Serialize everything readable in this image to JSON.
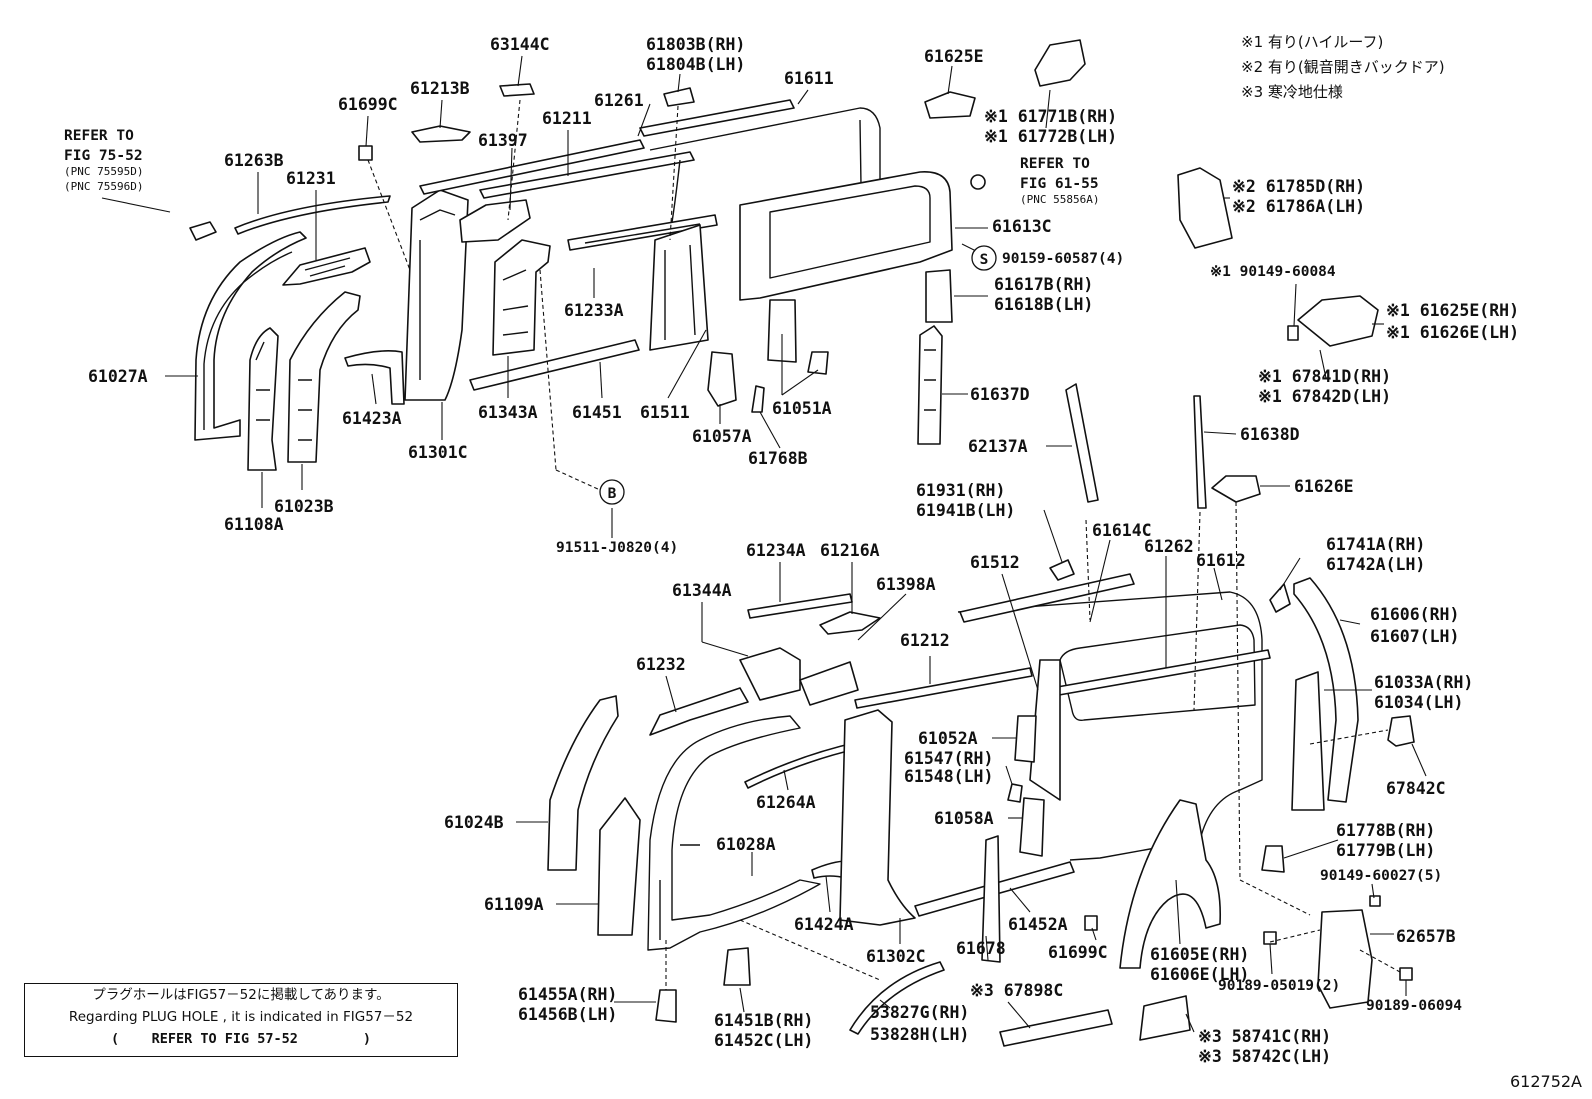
{
  "legend": [
    "※1 有り(ハイルーフ)",
    "※2 有り(観音開きバックドア)",
    "※3 寒冷地仕様"
  ],
  "refer_notes": {
    "fig75": {
      "line1": "REFER TO",
      "line2": "FIG 75-52",
      "line3": "(PNC 75595D)",
      "line4": "(PNC 75596D)"
    },
    "fig61": {
      "line1": "REFER TO",
      "line2": "FIG 61-55",
      "line3": "(PNC 55856A)"
    }
  },
  "plug_note": {
    "jp": "プラグホールはFIG57－52に掲載してあります。",
    "en": "Regarding PLUG HOLE , it is indicated in FIG57－52",
    "ref": "(    REFER TO FIG 57-52        )"
  },
  "figure_code": "612752A",
  "callouts": {
    "S": "S",
    "B": "B"
  },
  "labels": {
    "p63144C": "63144C",
    "p61803B": "61803B(RH)",
    "p61804B": "61804B(LH)",
    "p61625E_top": "61625E",
    "p61771B": "※1 61771B(RH)",
    "p61772B": "※1 61772B(LH)",
    "p61699C_top": "61699C",
    "p61213B": "61213B",
    "p61611": "61611",
    "p61261": "61261",
    "p61211": "61211",
    "p61397": "61397",
    "p61263B": "61263B",
    "p61231": "61231",
    "p61613C": "61613C",
    "p90159": "90159-60587(4)",
    "p61785D": "※2 61785D(RH)",
    "p61786A": "※2 61786A(LH)",
    "p90149_60084": "※1 90149-60084",
    "p61617B": "61617B(RH)",
    "p61618B": "61618B(LH)",
    "p61625E_rh": "※1  61625E(RH)",
    "p61626E_lh": "※1  61626E(LH)",
    "p67841D": "※1 67841D(RH)",
    "p67842D": "※1 67842D(LH)",
    "p61233A": "61233A",
    "p61027A": "61027A",
    "p61423A": "61423A",
    "p61343A": "61343A",
    "p61451": "61451",
    "p61511": "61511",
    "p61051A": "61051A",
    "p61637D": "61637D",
    "p61301C": "61301C",
    "p61057A": "61057A",
    "p61768B": "61768B",
    "p62137A": "62137A",
    "p61638D": "61638D",
    "p61023B": "61023B",
    "p61108A": "61108A",
    "p61626E": "61626E",
    "p61931": "61931(RH)",
    "p61941B": "61941B(LH)",
    "p91511": "91511-J0820(4)",
    "p61614C": "61614C",
    "p61262": "61262",
    "p61612": "61612",
    "p61741A": "61741A(RH)",
    "p61742A": "61742A(LH)",
    "p61234A": "61234A",
    "p61216A": "61216A",
    "p61512": "61512",
    "p61344A": "61344A",
    "p61398A": "61398A",
    "p61606": "61606(RH)",
    "p61607": "61607(LH)",
    "p61212": "61212",
    "p61232": "61232",
    "p61033A": "61033A(RH)",
    "p61034": "61034(LH)",
    "p61052A": "61052A",
    "p61547": "61547(RH)",
    "p61548": "61548(LH)",
    "p61264A": "61264A",
    "p67842C": "67842C",
    "p61024B": "61024B",
    "p61058A": "61058A",
    "p61778B": "61778B(RH)",
    "p61779B": "61779B(LH)",
    "p61028A": "61028A",
    "p61109A": "61109A",
    "p90149_60027": "90149-60027(5)",
    "p61424A": "61424A",
    "p61452A": "61452A",
    "p62657B": "62657B",
    "p61302C": "61302C",
    "p61678": "61678",
    "p61699C_bot": "61699C",
    "p61605E": "61605E(RH)",
    "p61606E": "61606E(LH)",
    "p67898C": "※3 67898C",
    "p90189_05019": "90189-05019(2)",
    "p90189_06094": "90189-06094",
    "p61455A": "61455A(RH)",
    "p61456B": "61456B(LH)",
    "p61451B": "61451B(RH)",
    "p61452C": "61452C(LH)",
    "p53827G": "53827G(RH)",
    "p53828H": "53828H(LH)",
    "p58741C": "※3 58741C(RH)",
    "p58742C": "※3 58742C(LH)"
  }
}
